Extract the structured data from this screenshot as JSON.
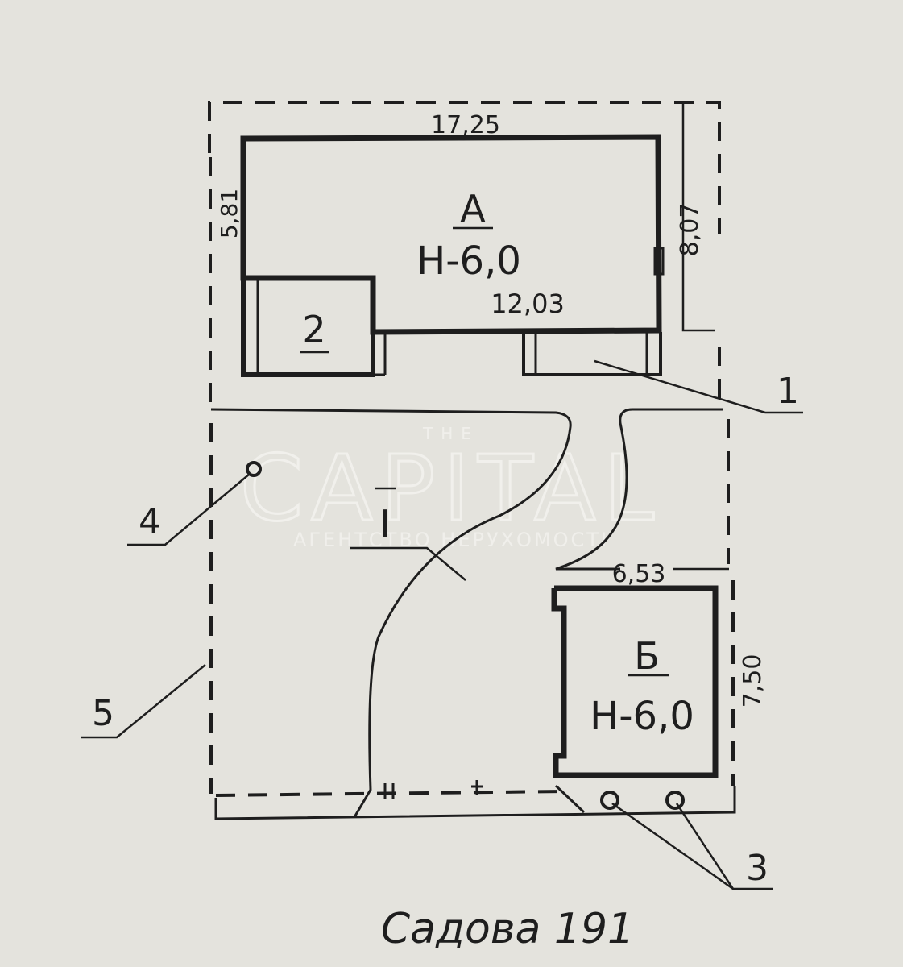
{
  "caption": "Садова 191",
  "dimensions": {
    "top_width": "17,25",
    "left_height": "5,81",
    "right_height": "8,07",
    "inner_width": "12,03",
    "b_width": "6,53",
    "b_height": "7,50"
  },
  "buildings": {
    "a_letter": "А",
    "a_height": "Н-6,0",
    "b_letter": "Б",
    "b_height": "Н-6,0",
    "annex_number": "2"
  },
  "yard_label": "І",
  "callouts": [
    "1",
    "3",
    "4",
    "5"
  ],
  "watermark": {
    "top": "THE",
    "main": "CAPITAL",
    "sub": "АГЕНТСТВО НЕРУХОМОСТІ"
  }
}
